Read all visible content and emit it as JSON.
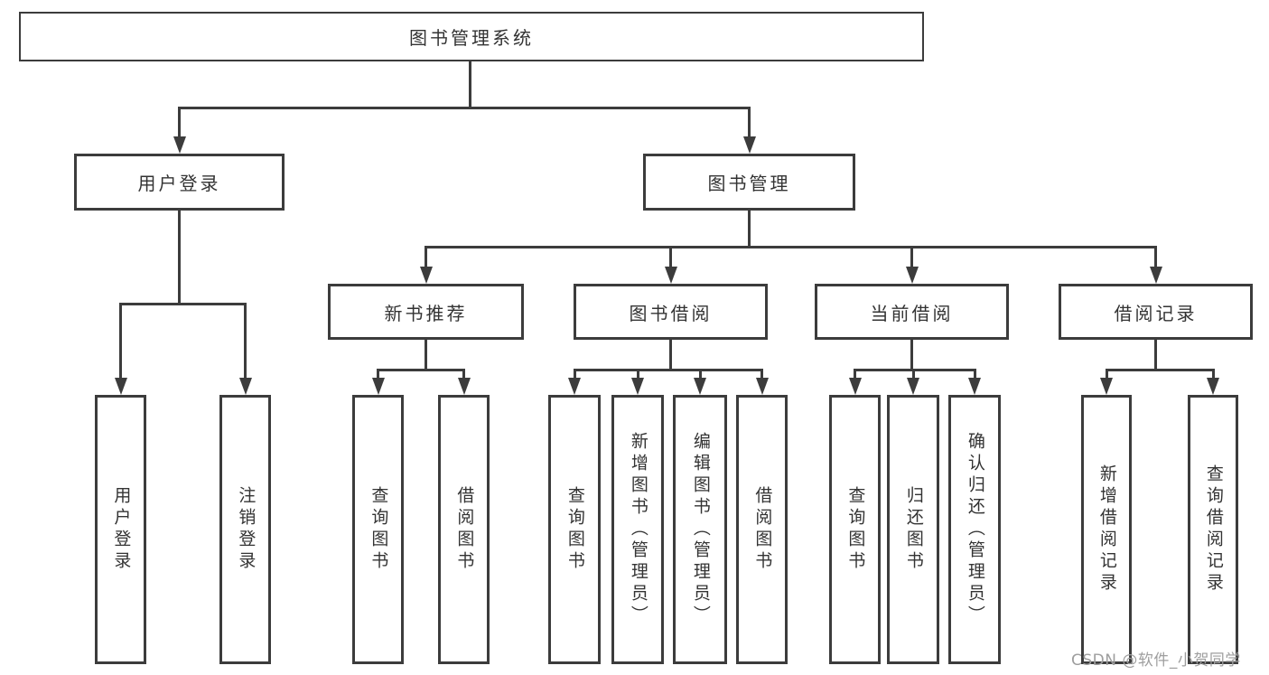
{
  "page": {
    "background": "#ffffff"
  },
  "colors": {
    "line": "#3c3c3c",
    "text": "#333333",
    "box_bg": "#ffffff",
    "watermark": "#9e9e9e"
  },
  "watermark": {
    "text": "CSDN @软件_小贺同学"
  },
  "tree": {
    "label": "图书管理系统",
    "children": [
      {
        "label": "用户登录",
        "children": [
          {
            "label": "用户登录"
          },
          {
            "label": "注销登录"
          }
        ]
      },
      {
        "label": "图书管理",
        "children": [
          {
            "label": "新书推荐",
            "children": [
              {
                "label": "查询图书"
              },
              {
                "label": "借阅图书"
              }
            ]
          },
          {
            "label": "图书借阅",
            "children": [
              {
                "label": "查询图书"
              },
              {
                "label": "新增图书（管理员）"
              },
              {
                "label": "编辑图书（管理员）"
              },
              {
                "label": "借阅图书"
              }
            ]
          },
          {
            "label": "当前借阅",
            "children": [
              {
                "label": "查询图书"
              },
              {
                "label": "归还图书"
              },
              {
                "label": "确认归还（管理员）"
              }
            ]
          },
          {
            "label": "借阅记录",
            "children": [
              {
                "label": "新增借阅记录"
              },
              {
                "label": "查询借阅记录"
              }
            ]
          }
        ]
      }
    ]
  }
}
